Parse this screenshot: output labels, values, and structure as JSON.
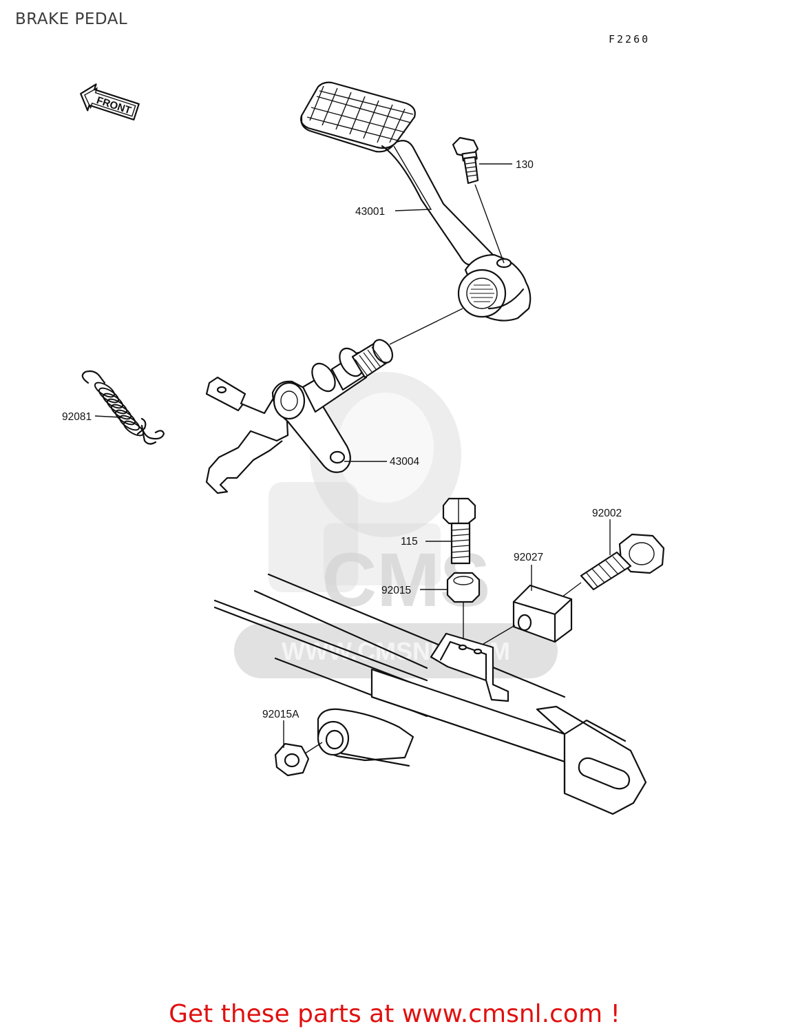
{
  "header": {
    "title": "BRAKE PEDAL",
    "figure_code": "F2260"
  },
  "front_arrow": {
    "label": "FRONT"
  },
  "watermark": {
    "logo_text": "CMS",
    "url_text": "WWW.CMSNL.COM"
  },
  "callouts": [
    {
      "id": "130",
      "label": "130"
    },
    {
      "id": "43001",
      "label": "43001"
    },
    {
      "id": "92081",
      "label": "92081"
    },
    {
      "id": "43004",
      "label": "43004"
    },
    {
      "id": "115",
      "label": "115"
    },
    {
      "id": "92002",
      "label": "92002"
    },
    {
      "id": "92027",
      "label": "92027"
    },
    {
      "id": "92015",
      "label": "92015"
    },
    {
      "id": "92015A",
      "label": "92015A"
    }
  ],
  "footer": {
    "link_text": "Get these parts at www.cmsnl.com !",
    "link_color": "#e0100f"
  }
}
